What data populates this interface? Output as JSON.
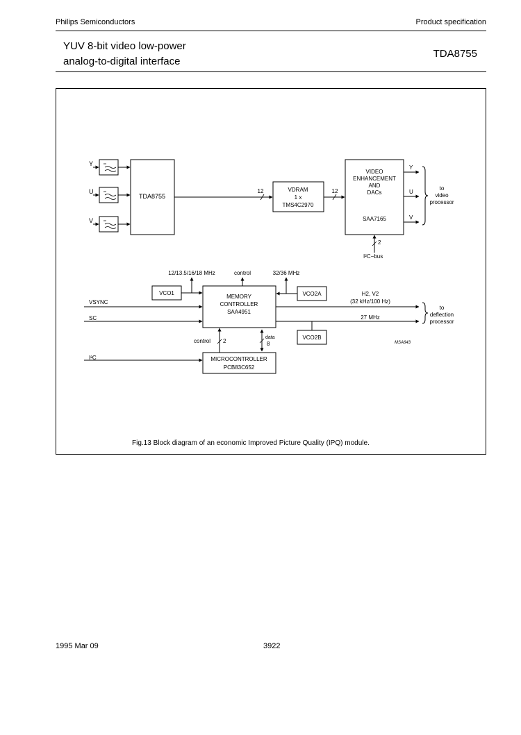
{
  "header": {
    "company": "Philips Semiconductors",
    "doc_type": "Product specification",
    "title_line1": "YUV 8-bit video low-power",
    "title_line2": "analog-to-digital interface",
    "part_number": "TDA8755"
  },
  "diagram": {
    "inputs": [
      "Y",
      "U",
      "V"
    ],
    "adc_label": "TDA8755",
    "bus_width_1": "12",
    "bus_width_2": "12",
    "vdram_line1": "VDRAM",
    "vdram_line2": "1 x",
    "vdram_line3": "TMS4C2970",
    "ve_line1": "VIDEO",
    "ve_line2": "ENHANCEMENT",
    "ve_line3": "AND",
    "ve_line4": "DACs",
    "ve_part": "SAA7165",
    "outputs": [
      "Y",
      "U",
      "V"
    ],
    "to_video_1": "to",
    "to_video_2": "video",
    "to_video_3": "processor",
    "i2c_bus_width": "2",
    "i2c_bus_label": "I²C−bus",
    "vco1_freq": "12/13.5/16/18 MHz",
    "control_top": "control",
    "vco2_freq": "32/36 MHz",
    "vco1": "VCO1",
    "vco2a": "VCO2A",
    "vco2b": "VCO2B",
    "mem_line1": "MEMORY",
    "mem_line2": "CONTROLLER",
    "mem_line3": "SAA4951",
    "vsync": "VSYNC",
    "sc": "SC",
    "h2v2": "H2, V2",
    "h2v2_freq": "(32 kHz/100 Hz)",
    "freq_27": "27 MHz",
    "to_defl_1": "to",
    "to_defl_2": "deflection",
    "to_defl_3": "processor",
    "code": "MSA643",
    "control_bottom": "control",
    "control_width": "2",
    "data_label": "data",
    "data_width": "8",
    "i2c_input": "I²C",
    "micro_line1": "MICROCONTROLLER",
    "micro_line2": "PCB83C652"
  },
  "caption": "Fig.13 Block diagram of an economic Improved Picture Quality (IPQ) module.",
  "footer": {
    "date": "1995 Mar 09",
    "page": "3922"
  }
}
